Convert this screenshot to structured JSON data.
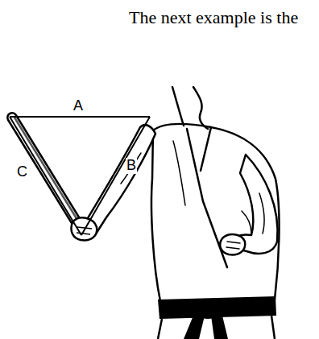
{
  "diagram": {
    "labels": [
      "The next example is the",
      "A",
      "B",
      "C"
    ]
  }
}
